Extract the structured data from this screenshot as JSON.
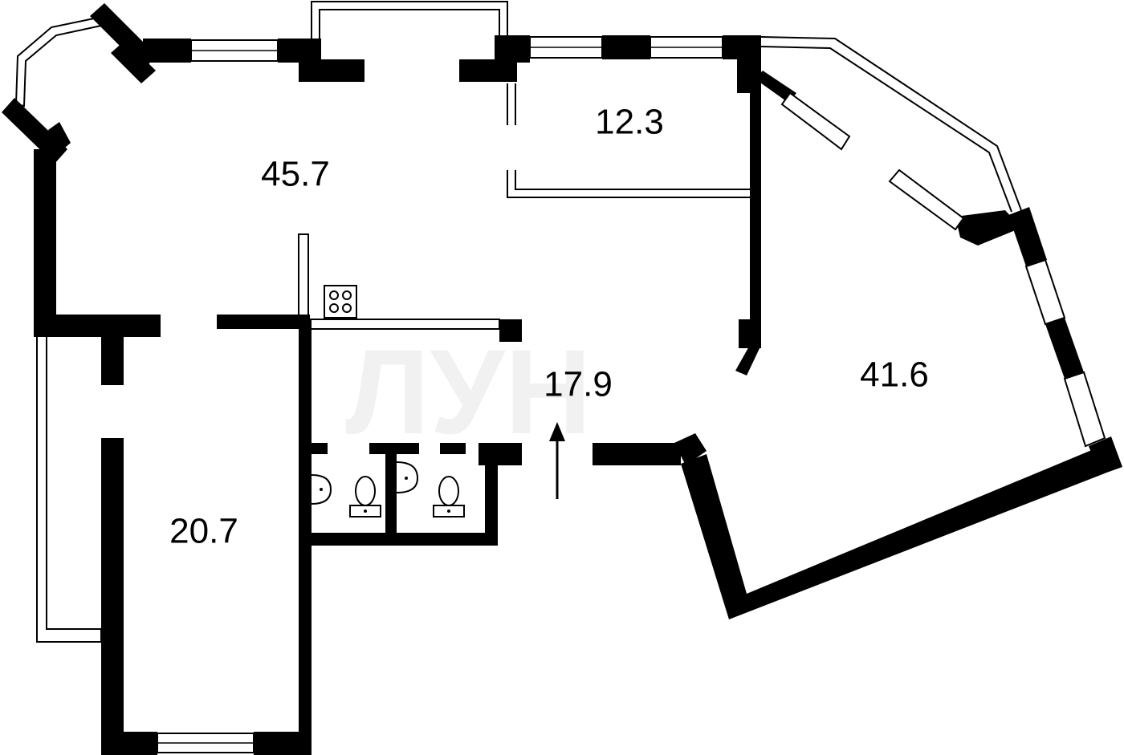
{
  "floor_plan": {
    "rooms": [
      {
        "id": "living-room",
        "area": "45.7"
      },
      {
        "id": "bedroom-small",
        "area": "12.3"
      },
      {
        "id": "bedroom-large",
        "area": "41.6"
      },
      {
        "id": "bedroom-left",
        "area": "20.7"
      },
      {
        "id": "hall",
        "area": "17.9"
      }
    ],
    "fixtures": [
      "stove-icon",
      "washbasin-icon",
      "toilet-icon",
      "entrance-arrow-icon"
    ],
    "colors": {
      "walls": "#000000",
      "background": "#ffffff"
    }
  }
}
